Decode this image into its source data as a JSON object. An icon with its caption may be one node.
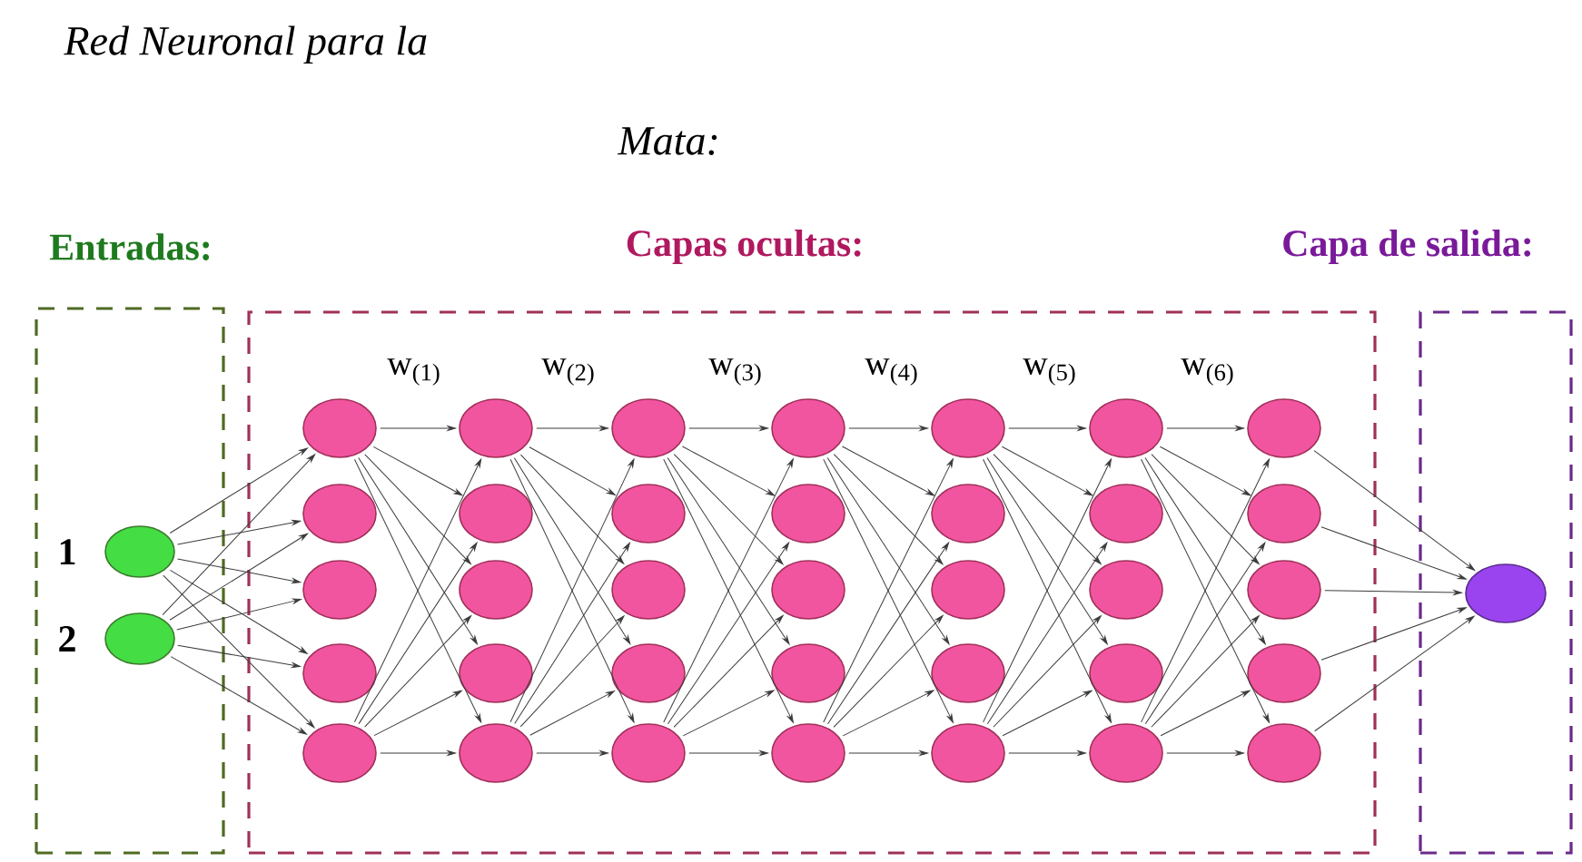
{
  "diagram": {
    "title": "Red Neuronal para la Mata:",
    "nodes": [
      {
        "text": [
          "Entradas:"
        ]
      },
      {
        "text": [],
        "shape": "circle",
        "in": 0,
        "beside": [
          "1"
        ]
      },
      {
        "text": [],
        "shape": "circle",
        "in": 0,
        "beside": [
          "2"
        ]
      },
      {
        "text": [
          "Capas ocultas:"
        ]
      },
      {
        "text": [],
        "shape": "circle",
        "in": 3
      },
      {
        "text": [],
        "shape": "circle",
        "in": 3
      },
      {
        "text": [],
        "shape": "circle",
        "in": 3
      },
      {
        "text": [],
        "shape": "circle",
        "in": 3
      },
      {
        "text": [],
        "shape": "circle",
        "in": 3
      },
      {
        "text": [],
        "shape": "circle",
        "in": 3
      },
      {
        "text": [],
        "shape": "circle",
        "in": 3
      },
      {
        "text": [],
        "shape": "circle",
        "in": 3
      },
      {
        "text": [],
        "shape": "circle",
        "in": 3
      },
      {
        "text": [],
        "shape": "circle",
        "in": 3
      },
      {
        "text": [],
        "shape": "circle",
        "in": 3
      },
      {
        "text": [],
        "shape": "circle",
        "in": 3
      },
      {
        "text": [],
        "shape": "circle",
        "in": 3
      },
      {
        "text": [],
        "shape": "circle",
        "in": 3
      },
      {
        "text": [],
        "shape": "circle",
        "in": 3
      },
      {
        "text": [],
        "shape": "circle",
        "in": 3
      },
      {
        "text": [],
        "shape": "circle",
        "in": 3
      },
      {
        "text": [],
        "shape": "circle",
        "in": 3
      },
      {
        "text": [],
        "shape": "circle",
        "in": 3
      },
      {
        "text": [],
        "shape": "circle",
        "in": 3
      },
      {
        "text": [],
        "shape": "circle",
        "in": 3
      },
      {
        "text": [],
        "shape": "circle",
        "in": 3
      },
      {
        "text": [],
        "shape": "circle",
        "in": 3
      },
      {
        "text": [],
        "shape": "circle",
        "in": 3
      },
      {
        "text": [],
        "shape": "circle",
        "in": 3
      },
      {
        "text": [],
        "shape": "circle",
        "in": 3
      },
      {
        "text": [],
        "shape": "circle",
        "in": 3
      },
      {
        "text": [],
        "shape": "circle",
        "in": 3
      },
      {
        "text": [],
        "shape": "circle",
        "in": 3
      },
      {
        "text": [],
        "shape": "circle",
        "in": 3
      },
      {
        "text": [],
        "shape": "circle",
        "in": 3
      },
      {
        "text": [],
        "shape": "circle",
        "in": 3
      },
      {
        "text": [],
        "shape": "circle",
        "in": 3
      },
      {
        "text": [],
        "shape": "circle",
        "in": 3
      },
      {
        "text": [],
        "shape": "circle",
        "in": 3
      },
      {
        "text": [
          "Capa de salida:"
        ]
      },
      {
        "text": [],
        "shape": "circle",
        "in": 39
      }
    ],
    "edges": [
      {
        "from": 1,
        "to": 4,
        "arrow": "to"
      },
      {
        "from": 1,
        "to": 5,
        "arrow": "to"
      },
      {
        "from": 1,
        "to": 6,
        "arrow": "to"
      },
      {
        "from": 1,
        "to": 7,
        "arrow": "to"
      },
      {
        "from": 1,
        "to": 8,
        "arrow": "to"
      },
      {
        "from": 2,
        "to": 4,
        "arrow": "to"
      },
      {
        "from": 2,
        "to": 5,
        "arrow": "to"
      },
      {
        "from": 2,
        "to": 6,
        "arrow": "to"
      },
      {
        "from": 2,
        "to": 7,
        "arrow": "to"
      },
      {
        "from": 2,
        "to": 8,
        "arrow": "to"
      },
      {
        "from": 4,
        "to": 9,
        "arrow": "to"
      },
      {
        "from": 4,
        "to": 10,
        "arrow": "to"
      },
      {
        "from": 4,
        "to": 11,
        "arrow": "to"
      },
      {
        "from": 4,
        "to": 12,
        "arrow": "to"
      },
      {
        "from": 4,
        "to": 13,
        "arrow": "to"
      },
      {
        "from": 8,
        "to": 9,
        "arrow": "to"
      },
      {
        "from": 8,
        "to": 10,
        "arrow": "to"
      },
      {
        "from": 8,
        "to": 11,
        "arrow": "to"
      },
      {
        "from": 8,
        "to": 12,
        "arrow": "to"
      },
      {
        "from": 8,
        "to": 13,
        "arrow": "to"
      },
      {
        "from": 9,
        "to": 14,
        "arrow": "to"
      },
      {
        "from": 9,
        "to": 15,
        "arrow": "to"
      },
      {
        "from": 9,
        "to": 16,
        "arrow": "to"
      },
      {
        "from": 9,
        "to": 17,
        "arrow": "to"
      },
      {
        "from": 9,
        "to": 18,
        "arrow": "to"
      },
      {
        "from": 13,
        "to": 14,
        "arrow": "to"
      },
      {
        "from": 13,
        "to": 15,
        "arrow": "to"
      },
      {
        "from": 13,
        "to": 16,
        "arrow": "to"
      },
      {
        "from": 13,
        "to": 17,
        "arrow": "to"
      },
      {
        "from": 13,
        "to": 18,
        "arrow": "to"
      },
      {
        "from": 14,
        "to": 19,
        "arrow": "to"
      },
      {
        "from": 14,
        "to": 20,
        "arrow": "to"
      },
      {
        "from": 14,
        "to": 21,
        "arrow": "to"
      },
      {
        "from": 14,
        "to": 22,
        "arrow": "to"
      },
      {
        "from": 14,
        "to": 23,
        "arrow": "to"
      },
      {
        "from": 18,
        "to": 19,
        "arrow": "to"
      },
      {
        "from": 18,
        "to": 20,
        "arrow": "to"
      },
      {
        "from": 18,
        "to": 21,
        "arrow": "to"
      },
      {
        "from": 18,
        "to": 22,
        "arrow": "to"
      },
      {
        "from": 18,
        "to": 23,
        "arrow": "to"
      },
      {
        "from": 19,
        "to": 24,
        "arrow": "to"
      },
      {
        "from": 19,
        "to": 25,
        "arrow": "to"
      },
      {
        "from": 19,
        "to": 26,
        "arrow": "to"
      },
      {
        "from": 19,
        "to": 27,
        "arrow": "to"
      },
      {
        "from": 19,
        "to": 28,
        "arrow": "to"
      },
      {
        "from": 23,
        "to": 24,
        "arrow": "to"
      },
      {
        "from": 23,
        "to": 25,
        "arrow": "to"
      },
      {
        "from": 23,
        "to": 26,
        "arrow": "to"
      },
      {
        "from": 23,
        "to": 27,
        "arrow": "to"
      },
      {
        "from": 23,
        "to": 28,
        "arrow": "to"
      },
      {
        "from": 24,
        "to": 29,
        "arrow": "to"
      },
      {
        "from": 24,
        "to": 30,
        "arrow": "to"
      },
      {
        "from": 24,
        "to": 31,
        "arrow": "to"
      },
      {
        "from": 24,
        "to": 32,
        "arrow": "to"
      },
      {
        "from": 24,
        "to": 33,
        "arrow": "to"
      },
      {
        "from": 28,
        "to": 29,
        "arrow": "to"
      },
      {
        "from": 28,
        "to": 30,
        "arrow": "to"
      },
      {
        "from": 28,
        "to": 31,
        "arrow": "to"
      },
      {
        "from": 28,
        "to": 32,
        "arrow": "to"
      },
      {
        "from": 28,
        "to": 33,
        "arrow": "to"
      },
      {
        "from": 29,
        "to": 34,
        "arrow": "to"
      },
      {
        "from": 29,
        "to": 35,
        "arrow": "to"
      },
      {
        "from": 29,
        "to": 36,
        "arrow": "to"
      },
      {
        "from": 29,
        "to": 37,
        "arrow": "to"
      },
      {
        "from": 29,
        "to": 38,
        "arrow": "to"
      },
      {
        "from": 33,
        "to": 34,
        "arrow": "to"
      },
      {
        "from": 33,
        "to": 35,
        "arrow": "to"
      },
      {
        "from": 33,
        "to": 36,
        "arrow": "to"
      },
      {
        "from": 33,
        "to": 37,
        "arrow": "to"
      },
      {
        "from": 33,
        "to": 38,
        "arrow": "to"
      },
      {
        "from": 34,
        "to": 40,
        "arrow": "to"
      },
      {
        "from": 35,
        "to": 40,
        "arrow": "to"
      },
      {
        "from": 36,
        "to": 40,
        "arrow": "to"
      },
      {
        "from": 37,
        "to": 40,
        "arrow": "to"
      },
      {
        "from": 38,
        "to": 40,
        "arrow": "to"
      }
    ],
    "labels": [
      "w$_{(1)}$",
      "w$_{(2)}$",
      "w$_{(3)}$",
      "w$_{(4)}$",
      "w$_{(5)}$",
      "w$_{(6)}$"
    ]
  }
}
